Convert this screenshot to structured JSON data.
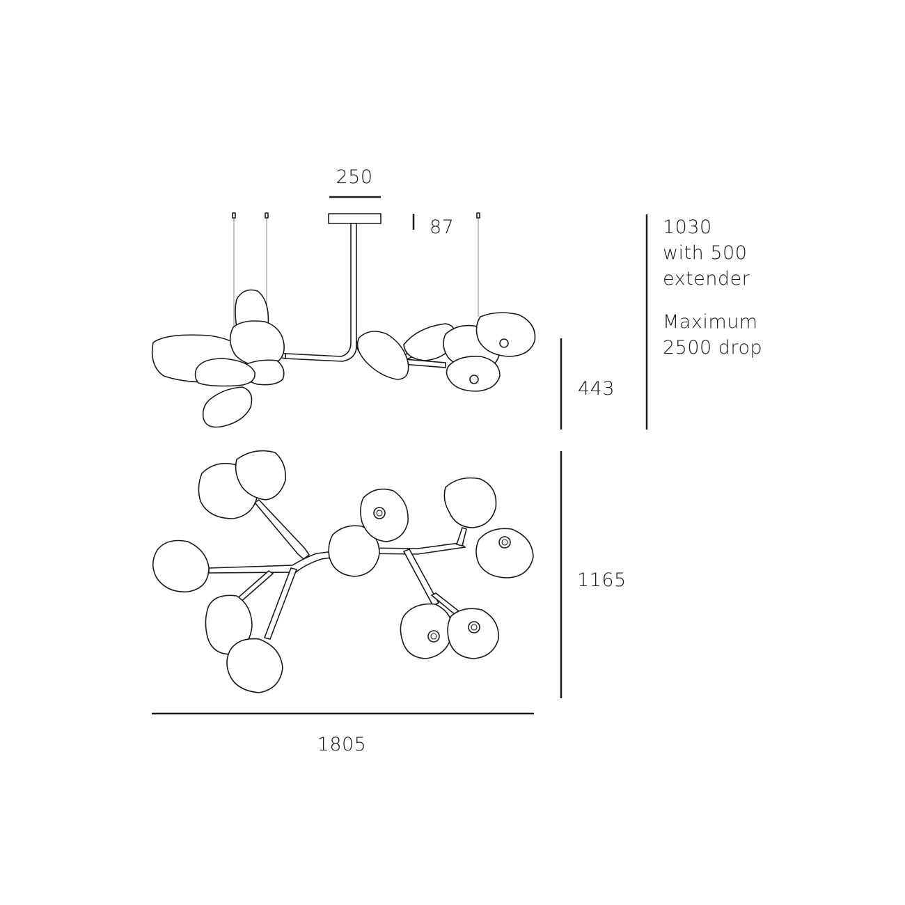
{
  "dimensions": {
    "canopy_width": "250",
    "canopy_height": "87",
    "drop_line1": "1030",
    "drop_line2": "with 500",
    "drop_line3": "extender",
    "max_line1": "Maximum",
    "max_line2": "2500 drop",
    "side_height": "443",
    "top_depth": "1165",
    "overall_width": "1805"
  }
}
